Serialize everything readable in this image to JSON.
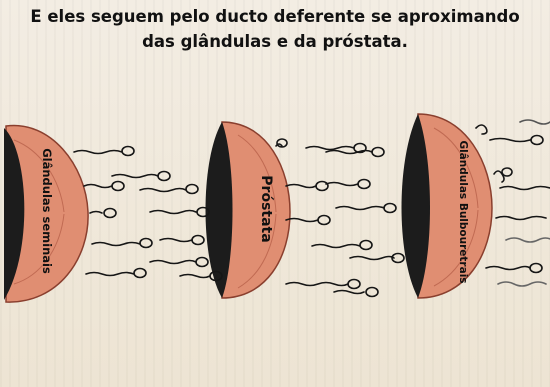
{
  "caption": {
    "line1": "E eles seguem pelo ducto deferente se aproximando",
    "line2": "das glândulas e da próstata."
  },
  "glands": [
    {
      "label": "Glândulas seminais"
    },
    {
      "label": "Próstata"
    },
    {
      "label": "Glândulas Bulbouretrais"
    }
  ],
  "colors": {
    "gland_fill": "#e08e72",
    "gland_dark": "#1c1c1c",
    "sperm": "#161616",
    "background": "#efe7d8"
  }
}
